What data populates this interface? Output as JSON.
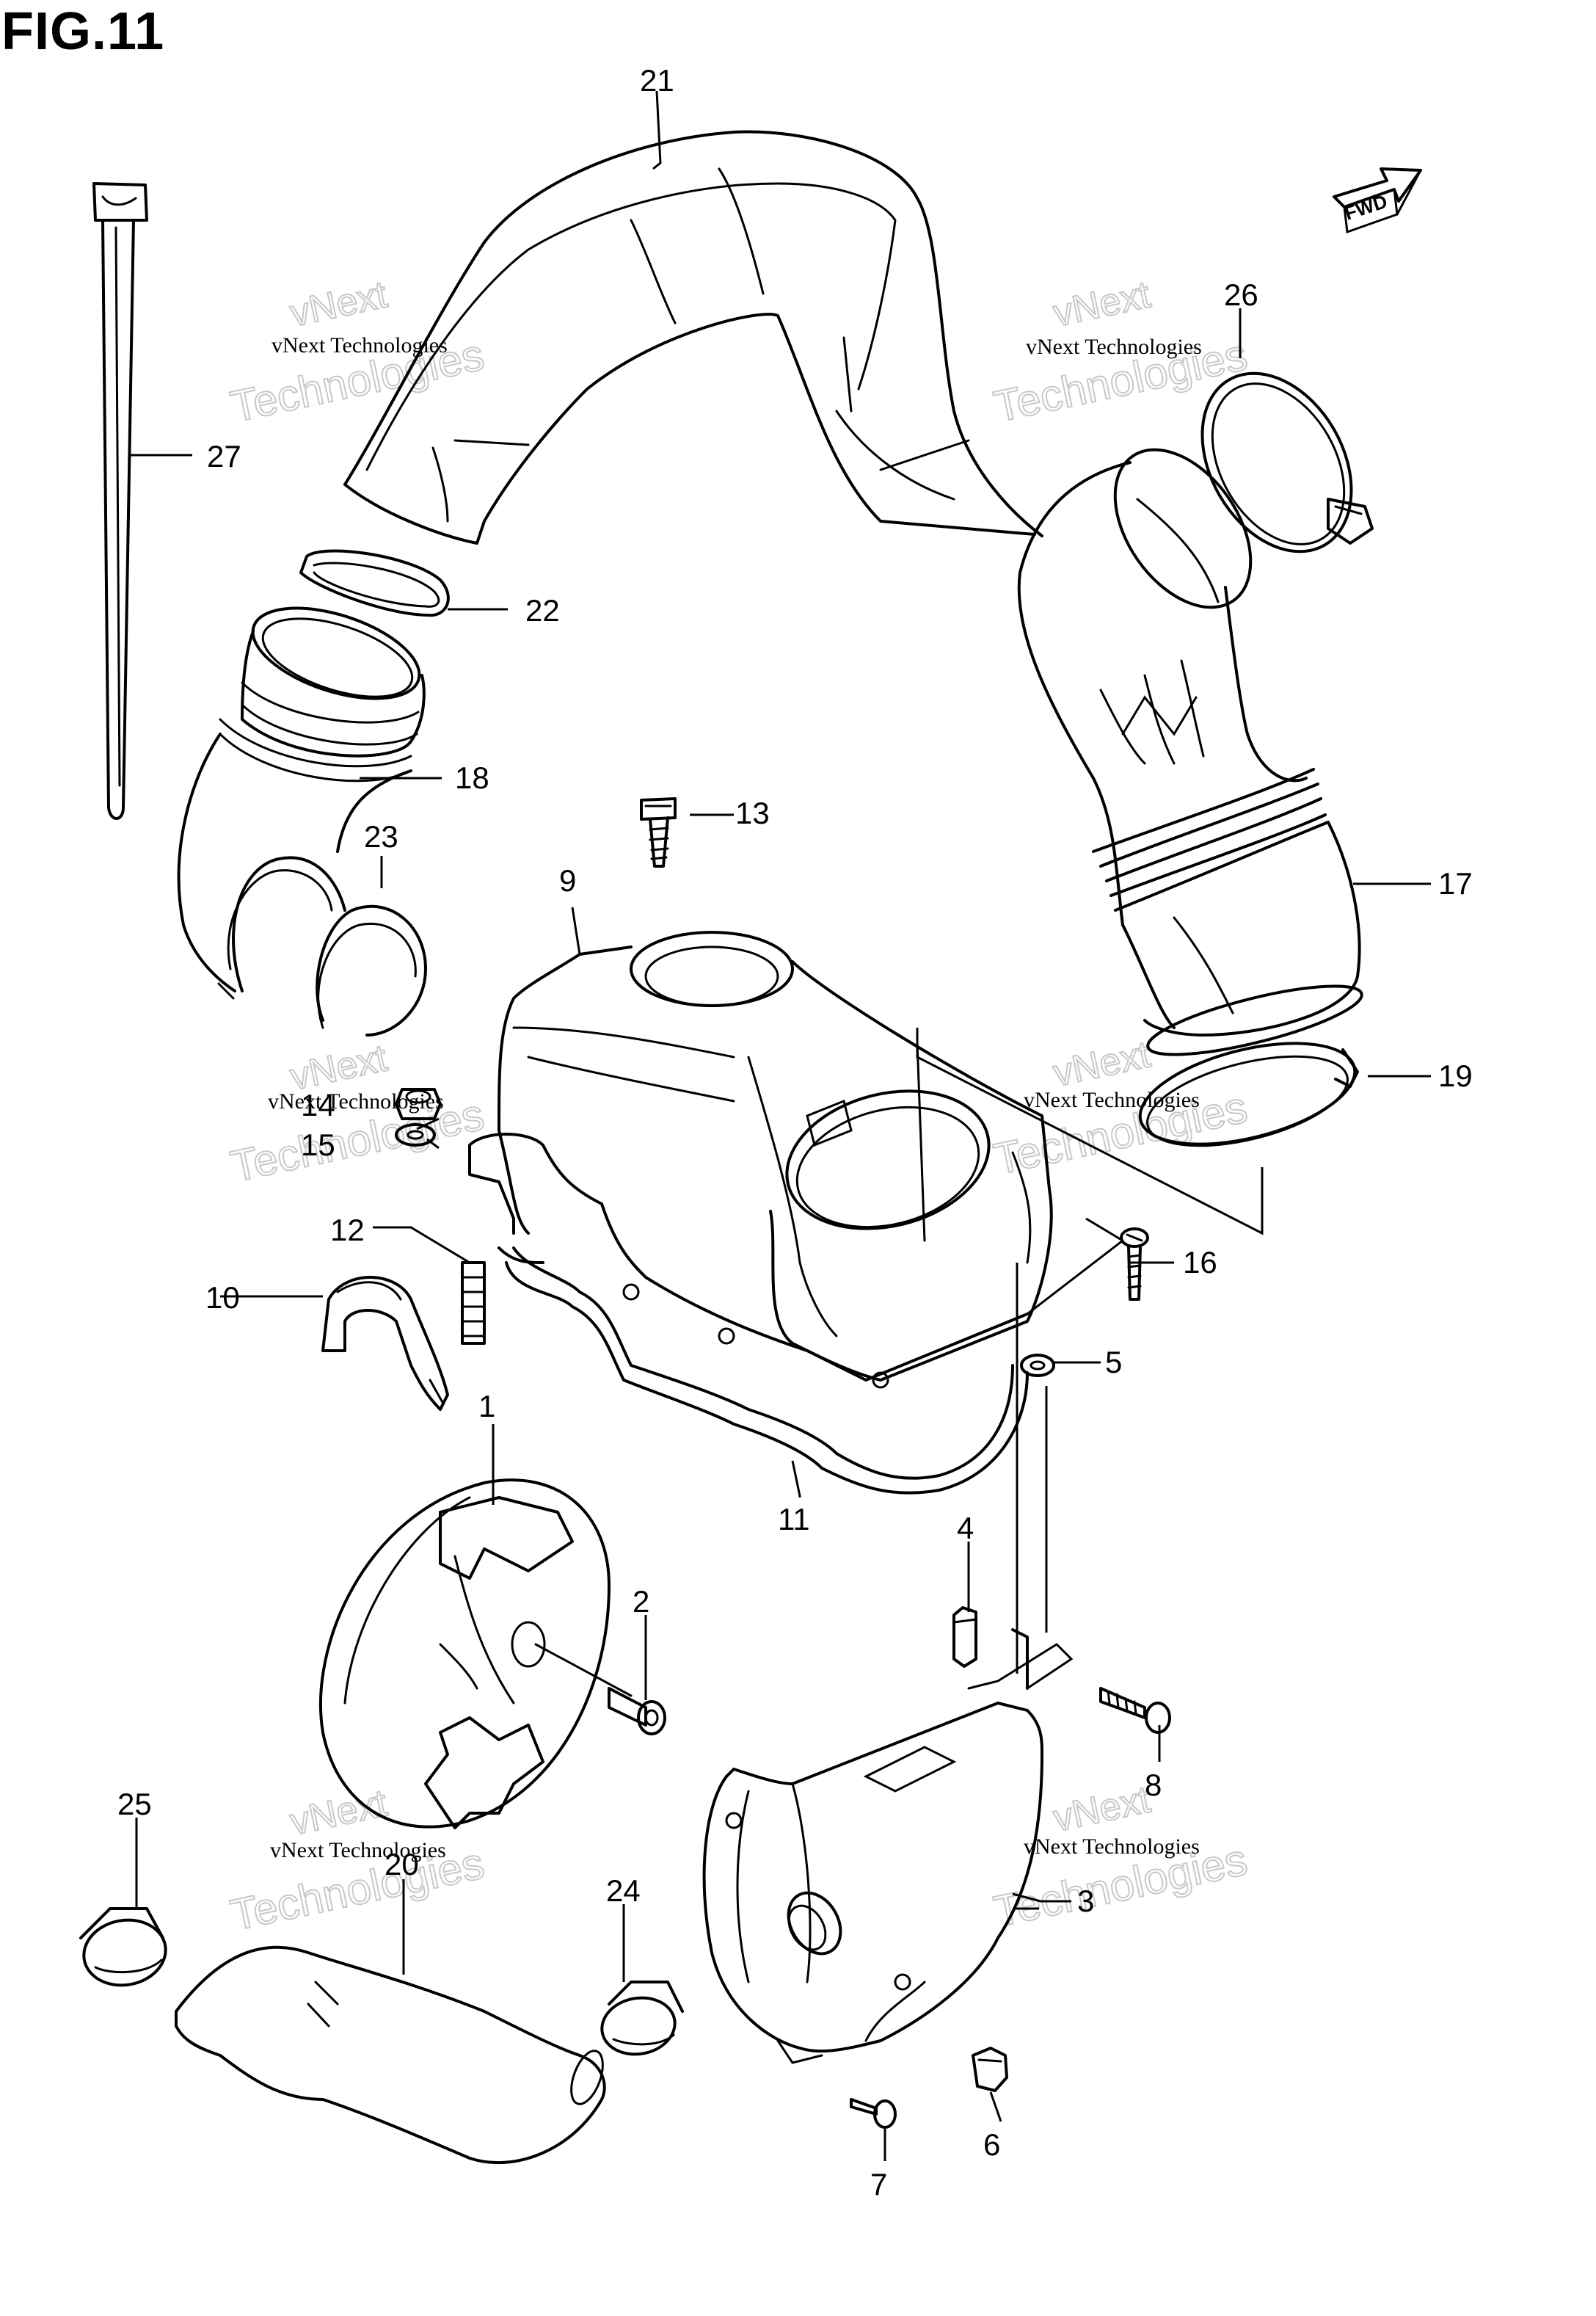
{
  "figure": {
    "title": "FIG.11",
    "fwd_label": "FWD"
  },
  "watermark": {
    "line1": "vNext Technologies",
    "line2a": "vNext",
    "line2b": "Technologies"
  },
  "callouts": [
    {
      "id": "c1",
      "label": "1"
    },
    {
      "id": "c2",
      "label": "2"
    },
    {
      "id": "c3",
      "label": "3"
    },
    {
      "id": "c4",
      "label": "4"
    },
    {
      "id": "c5",
      "label": "5"
    },
    {
      "id": "c6",
      "label": "6"
    },
    {
      "id": "c7",
      "label": "7"
    },
    {
      "id": "c8",
      "label": "8"
    },
    {
      "id": "c9",
      "label": "9"
    },
    {
      "id": "c10",
      "label": "10"
    },
    {
      "id": "c11",
      "label": "11"
    },
    {
      "id": "c12",
      "label": "12"
    },
    {
      "id": "c13",
      "label": "13"
    },
    {
      "id": "c14",
      "label": "14"
    },
    {
      "id": "c15",
      "label": "15"
    },
    {
      "id": "c16",
      "label": "16"
    },
    {
      "id": "c17",
      "label": "17"
    },
    {
      "id": "c18",
      "label": "18"
    },
    {
      "id": "c19",
      "label": "19"
    },
    {
      "id": "c20",
      "label": "20"
    },
    {
      "id": "c21",
      "label": "21"
    },
    {
      "id": "c22",
      "label": "22"
    },
    {
      "id": "c23",
      "label": "23"
    },
    {
      "id": "c24",
      "label": "24"
    },
    {
      "id": "c25",
      "label": "25"
    },
    {
      "id": "c26",
      "label": "26"
    },
    {
      "id": "c27",
      "label": "27"
    }
  ]
}
